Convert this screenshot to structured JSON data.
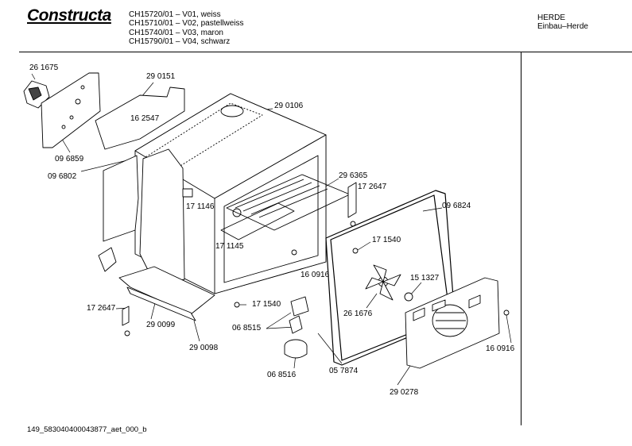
{
  "header": {
    "brand": "Constructa",
    "models": [
      "CH15720/01 – V01, weiss",
      "CH15710/01 – V02, pastellweiss",
      "CH15740/01 – V03, maron",
      "CH15790/01 – V04, schwarz"
    ],
    "category": "HERDE",
    "subcategory": "Einbau–Herde"
  },
  "parts": [
    {
      "label": "26 1675"
    },
    {
      "label": "29 0151"
    },
    {
      "label": "16 2547"
    },
    {
      "label": "29 0106"
    },
    {
      "label": "09 6859"
    },
    {
      "label": "09 6802"
    },
    {
      "label": "29 6365"
    },
    {
      "label": "17 2647"
    },
    {
      "label": "17 1146"
    },
    {
      "label": "09 6824"
    },
    {
      "label": "17 1145"
    },
    {
      "label": "17 1540"
    },
    {
      "label": "16 0916"
    },
    {
      "label": "15 1327"
    },
    {
      "label": "26 1676"
    },
    {
      "label": "17 2647"
    },
    {
      "label": "17 1540"
    },
    {
      "label": "29 0099"
    },
    {
      "label": "06 8515"
    },
    {
      "label": "16 0916"
    },
    {
      "label": "29 0098"
    },
    {
      "label": "05 7874"
    },
    {
      "label": "06 8516"
    },
    {
      "label": "29 0278"
    }
  ],
  "footer": {
    "code": "149_583040400043877_aet_000_b"
  }
}
